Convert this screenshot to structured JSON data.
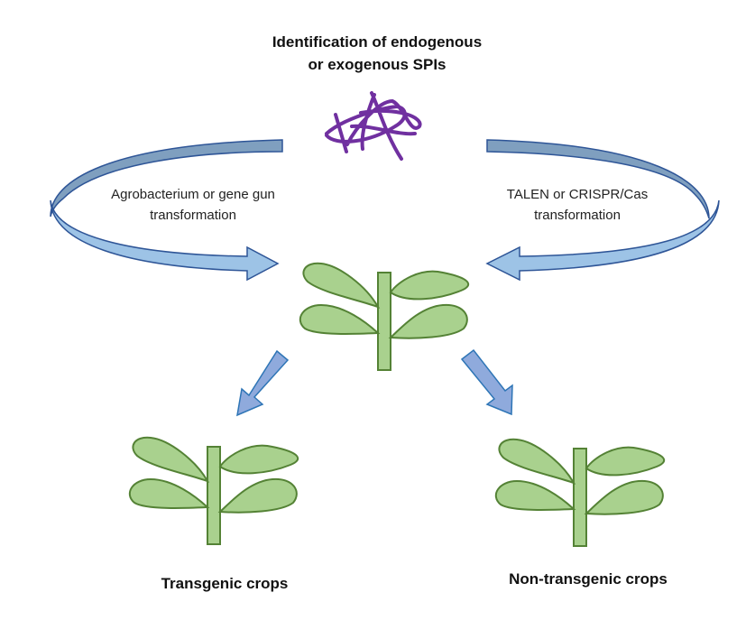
{
  "title": {
    "line1": "Identification of endogenous",
    "line2": "or exogenous SPIs"
  },
  "left_arrow_label": {
    "line1": "Agrobacterium or gene gun",
    "line2": "transformation"
  },
  "right_arrow_label": {
    "line1": "TALEN or CRISPR/Cas",
    "line2": "transformation"
  },
  "outcomes": {
    "left": "Transgenic crops",
    "right": "Non-transgenic crops"
  },
  "colors": {
    "leaf_fill": "#a9d18e",
    "leaf_stroke": "#548235",
    "arrow_dark": "#7f9fbf",
    "arrow_light": "#9dc3e6",
    "down_arrow": "#8faadc",
    "spi_purple": "#7030a0"
  }
}
